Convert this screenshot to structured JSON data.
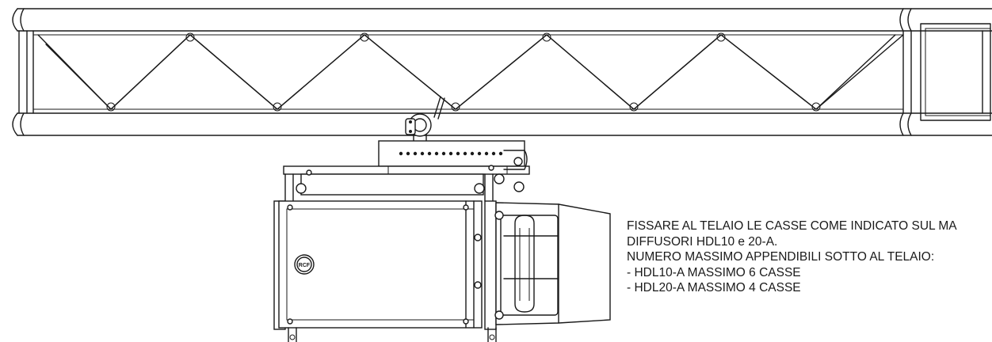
{
  "notes": {
    "lines": [
      "FISSARE AL TELAIO LE CASSE COME INDICATO SUL MA",
      "DIFFUSORI HDL10 e 20-A.",
      "NUMERO  MASSIMO  APPENDIBILI SOTTO AL TELAIO:",
      "- HDL10-A MASSIMO 6 CASSE",
      "- HDL20-A MASSIMO 4 CASSE"
    ]
  },
  "speaker": {
    "logo_text": "RCF"
  },
  "icons": [
    "truss",
    "clamp",
    "fly-bar",
    "line-array-speaker",
    "handle"
  ]
}
